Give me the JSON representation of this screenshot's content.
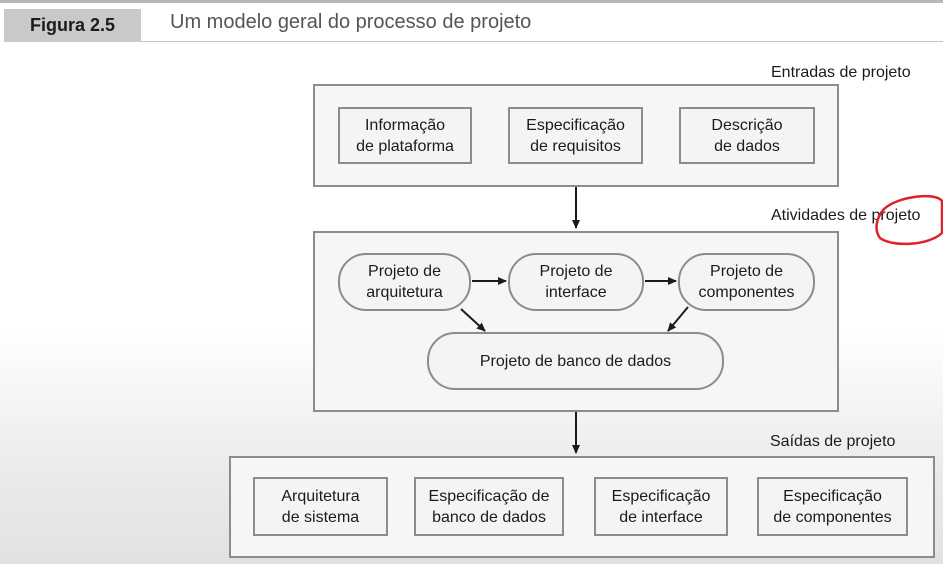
{
  "figure": {
    "label": "Figura 2.5",
    "title": "Um modelo geral do processo de projeto"
  },
  "inputs": {
    "label": "Entradas de projeto",
    "items": [
      "Informação\nde plataforma",
      "Especificação\nde requisitos",
      "Descrição\nde dados"
    ]
  },
  "activities": {
    "label": "Atividades de projeto",
    "items": [
      "Projeto de\narquitetura",
      "Projeto de\ninterface",
      "Projeto de\ncomponentes"
    ],
    "database": "Projeto de banco de dados"
  },
  "outputs": {
    "label": "Saídas de projeto",
    "items": [
      "Arquitetura\nde sistema",
      "Especificação de\nbanco de dados",
      "Especificação\nde interface",
      "Especificação\nde componentes"
    ]
  },
  "colors": {
    "box_border": "#8c8c8c",
    "annotation": "#e0202a"
  }
}
